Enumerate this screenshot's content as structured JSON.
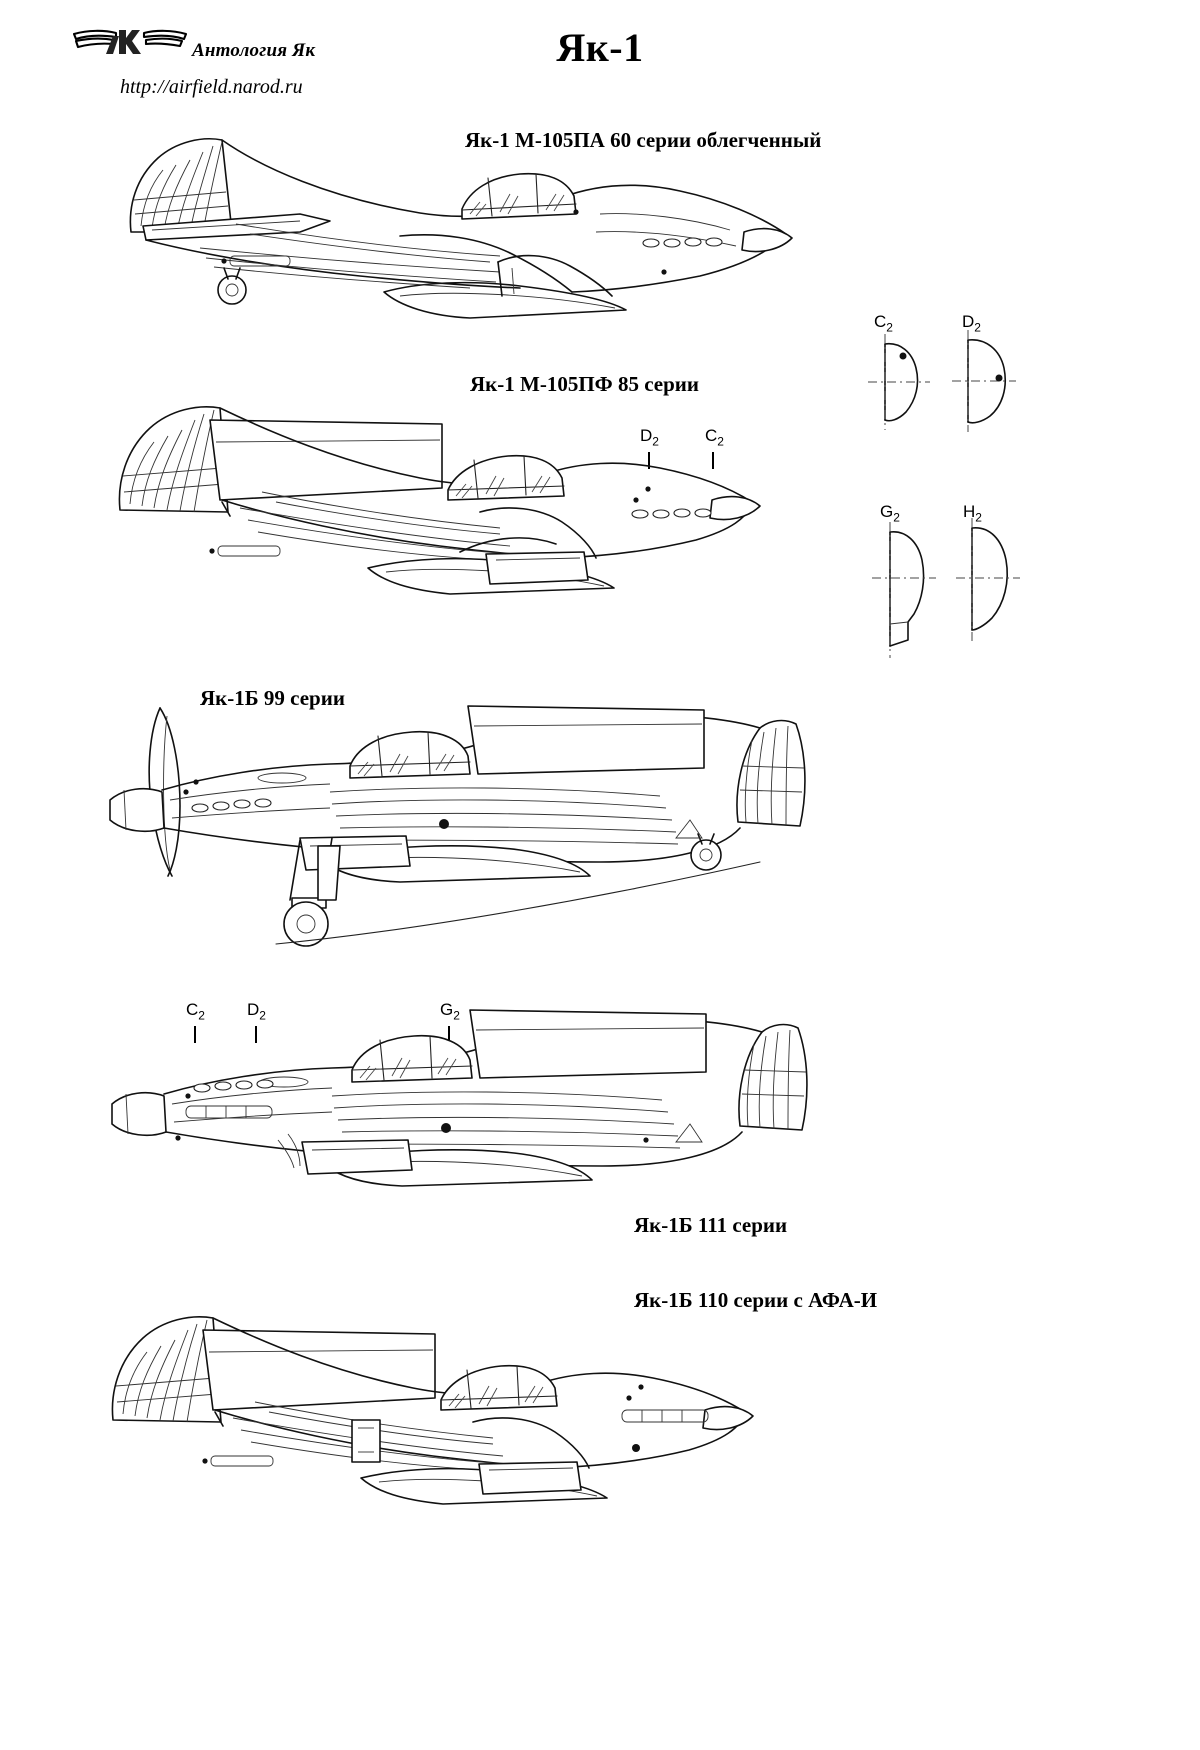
{
  "header": {
    "logo_icon": "yak-winged-logo-icon",
    "brand": "Антология Як",
    "url": "http://airfield.narod.ru",
    "title": "Як-1"
  },
  "variants": [
    {
      "id": "v1",
      "caption": "Як-1 М-105ПА 60 серии облегченный"
    },
    {
      "id": "v2",
      "caption": "Як-1 М-105ПФ 85 серии"
    },
    {
      "id": "v3",
      "caption": "Як-1Б 99 серии"
    },
    {
      "id": "v4",
      "caption": "Як-1Б 111 серии"
    },
    {
      "id": "v5",
      "caption": "Як-1Б 110 серии с АФА-И"
    }
  ],
  "section_labels": {
    "c2": "C",
    "d2": "D",
    "g2": "G",
    "h2": "H",
    "subscript": "2"
  },
  "sections_panel": {
    "row1": [
      "C",
      "D"
    ],
    "row2": [
      "G",
      "H"
    ]
  },
  "colors": {
    "ink": "#111111",
    "paper": "#ffffff",
    "thin_ink": "#333333"
  }
}
